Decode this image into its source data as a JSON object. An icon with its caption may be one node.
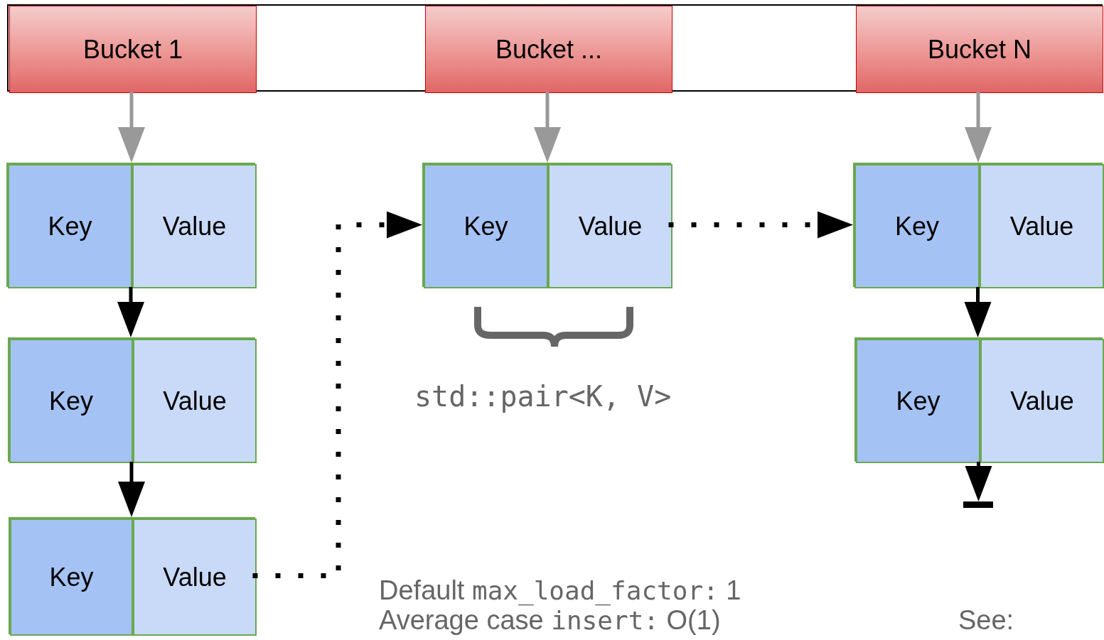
{
  "diagram": {
    "nodes": [
      {
        "text": [],
        "shape": "box"
      },
      {
        "text": [
          "Bucket 1"
        ],
        "in": 0
      },
      {
        "text": [
          "Bucket ..."
        ],
        "in": 0
      },
      {
        "text": [
          "Bucket N"
        ],
        "in": 0
      },
      {
        "text": [],
        "shape": "box"
      },
      {
        "text": [
          "Key"
        ],
        "in": 4
      },
      {
        "text": [
          "Value"
        ],
        "in": 4
      },
      {
        "text": [],
        "shape": "box"
      },
      {
        "text": [
          "Key"
        ],
        "in": 7
      },
      {
        "text": [
          "Value"
        ],
        "in": 7
      },
      {
        "text": [],
        "shape": "box"
      },
      {
        "text": [
          "Key"
        ],
        "in": 10
      },
      {
        "text": [
          "Value"
        ],
        "in": 10
      },
      {
        "text": [],
        "shape": "box"
      },
      {
        "text": [
          "Key"
        ],
        "in": 13
      },
      {
        "text": [
          "Value"
        ],
        "in": 13
      },
      {
        "text": [],
        "shape": "box"
      },
      {
        "text": [
          "Key"
        ],
        "in": 16
      },
      {
        "text": [
          "Value"
        ],
        "in": 16
      },
      {
        "text": [],
        "shape": "box"
      },
      {
        "text": [
          "Key"
        ],
        "in": 19
      },
      {
        "text": [
          "Value"
        ],
        "in": 19
      },
      {
        "text": [],
        "shape": "bar"
      }
    ],
    "edges": [
      {
        "from": 1,
        "to": 4,
        "arrow": "to",
        "color": "#999999"
      },
      {
        "from": 2,
        "to": 13,
        "arrow": "to",
        "color": "#999999"
      },
      {
        "from": 3,
        "to": 16,
        "arrow": "to",
        "color": "#999999"
      },
      {
        "from": 4,
        "to": 7,
        "arrow": "to"
      },
      {
        "from": 7,
        "to": 10,
        "arrow": "to"
      },
      {
        "from": 10,
        "to": 13,
        "arrow": "to",
        "style": "dashed"
      },
      {
        "from": 13,
        "to": 16,
        "arrow": "to",
        "style": "dashed"
      },
      {
        "from": 16,
        "to": 19,
        "arrow": "to"
      },
      {
        "from": 19,
        "to": 22,
        "arrow": "to"
      }
    ],
    "labels": [
      "std::pair<K, V>",
      "Default max_load_factor: 1",
      "Average case insert: O(1)",
      "See:"
    ]
  }
}
